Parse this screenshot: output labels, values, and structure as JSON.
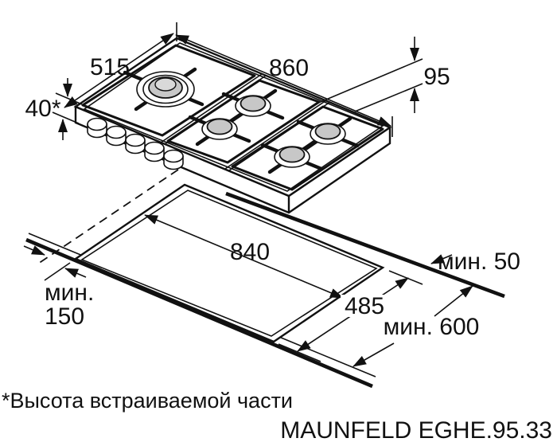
{
  "drawing": {
    "kind": "hob-installation-diagram",
    "labels": {
      "hob_width": "860",
      "hob_depth": "515",
      "side_offset": "95",
      "built_in_height": "40*",
      "cutout_width": "840",
      "cutout_depth": "485",
      "min_back_clearance": "мин. 50",
      "min_side_line1": "мин.",
      "min_side_line2": "150",
      "min_counter_depth": "мин. 600"
    },
    "footnote": "*Высота встраиваемой части",
    "model": "MAUNFELD EGHE.95.33",
    "colors": {
      "line": "#111111",
      "burner_cap": "#c7c7c7",
      "burner_cap_top": "#d9d9d9",
      "bg": "#ffffff"
    }
  }
}
